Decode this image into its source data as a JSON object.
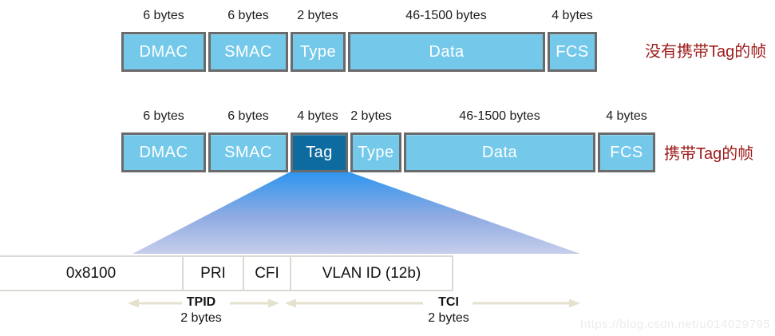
{
  "colors": {
    "field_fill": "#74C9EB",
    "field_border": "#6A6A6A",
    "tag_fill": "#0E6B9F",
    "caption_red": "#9E1B1B",
    "arrow_beige": "#E5E1CF",
    "funnel_top": "#2E95F0",
    "funnel_bottom": "#C6CEEC"
  },
  "frame_without_tag": {
    "caption": "没有携带Tag的帧",
    "fields": [
      {
        "name": "DMAC",
        "bytes": "6 bytes"
      },
      {
        "name": "SMAC",
        "bytes": "6 bytes"
      },
      {
        "name": "Type",
        "bytes": "2 bytes"
      },
      {
        "name": "Data",
        "bytes": "46-1500 bytes"
      },
      {
        "name": "FCS",
        "bytes": "4 bytes"
      }
    ]
  },
  "frame_with_tag": {
    "caption": "携带Tag的帧",
    "fields": [
      {
        "name": "DMAC",
        "bytes": "6 bytes"
      },
      {
        "name": "SMAC",
        "bytes": "6 bytes"
      },
      {
        "name": "Tag",
        "bytes": "4 bytes"
      },
      {
        "name": "Type",
        "bytes": "2 bytes"
      },
      {
        "name": "Data",
        "bytes": "46-1500 bytes"
      },
      {
        "name": "FCS",
        "bytes": "4 bytes"
      }
    ]
  },
  "tag_detail": {
    "cells": [
      {
        "label": "0x8100"
      },
      {
        "label": "PRI"
      },
      {
        "label": "CFI"
      },
      {
        "label": "VLAN ID (12b)"
      }
    ],
    "tpid": {
      "label": "TPID",
      "size": "2 bytes"
    },
    "tci": {
      "label": "TCI",
      "size": "2 bytes"
    }
  },
  "watermark": "https://blog.csdn.net/u014029795"
}
